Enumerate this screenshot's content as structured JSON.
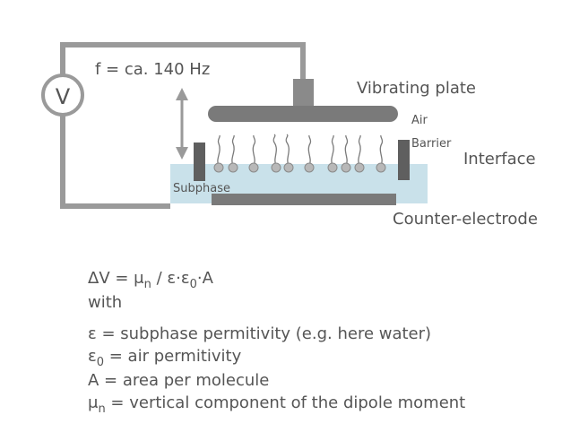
{
  "labels": {
    "frequency": "f = ca. 140 Hz",
    "voltmeter": "V",
    "vibrating_plate": "Vibrating plate",
    "air": "Air",
    "barrier": "Barrier",
    "interface": "Interface",
    "subphase": "Subphase",
    "counter_electrode": "Counter-electrode"
  },
  "formula": {
    "delta_v": {
      "lhs": "ΔV = μ",
      "lhs_sub": "n",
      "middle": " / ε·ε",
      "middle_sub": "0",
      "rhs": "·A"
    },
    "with": "with",
    "epsilon_def": "ε = subphase permitivity (e.g. here water)",
    "epsilon0_def": {
      "symbol": "ε",
      "sub": "0",
      "text": " = air permitivity"
    },
    "area_def": "A = area per molecule",
    "mu_def": {
      "symbol": "μ",
      "sub": "n",
      "text": " = vertical component of the dipole moment"
    }
  },
  "colors": {
    "wire": "#9a9a9a",
    "plate": "#7a7a7a",
    "barrier": "#5f5f5f",
    "subphase": "#c9e1ea",
    "molecule": "#b8b8b8",
    "text": "#555555"
  }
}
